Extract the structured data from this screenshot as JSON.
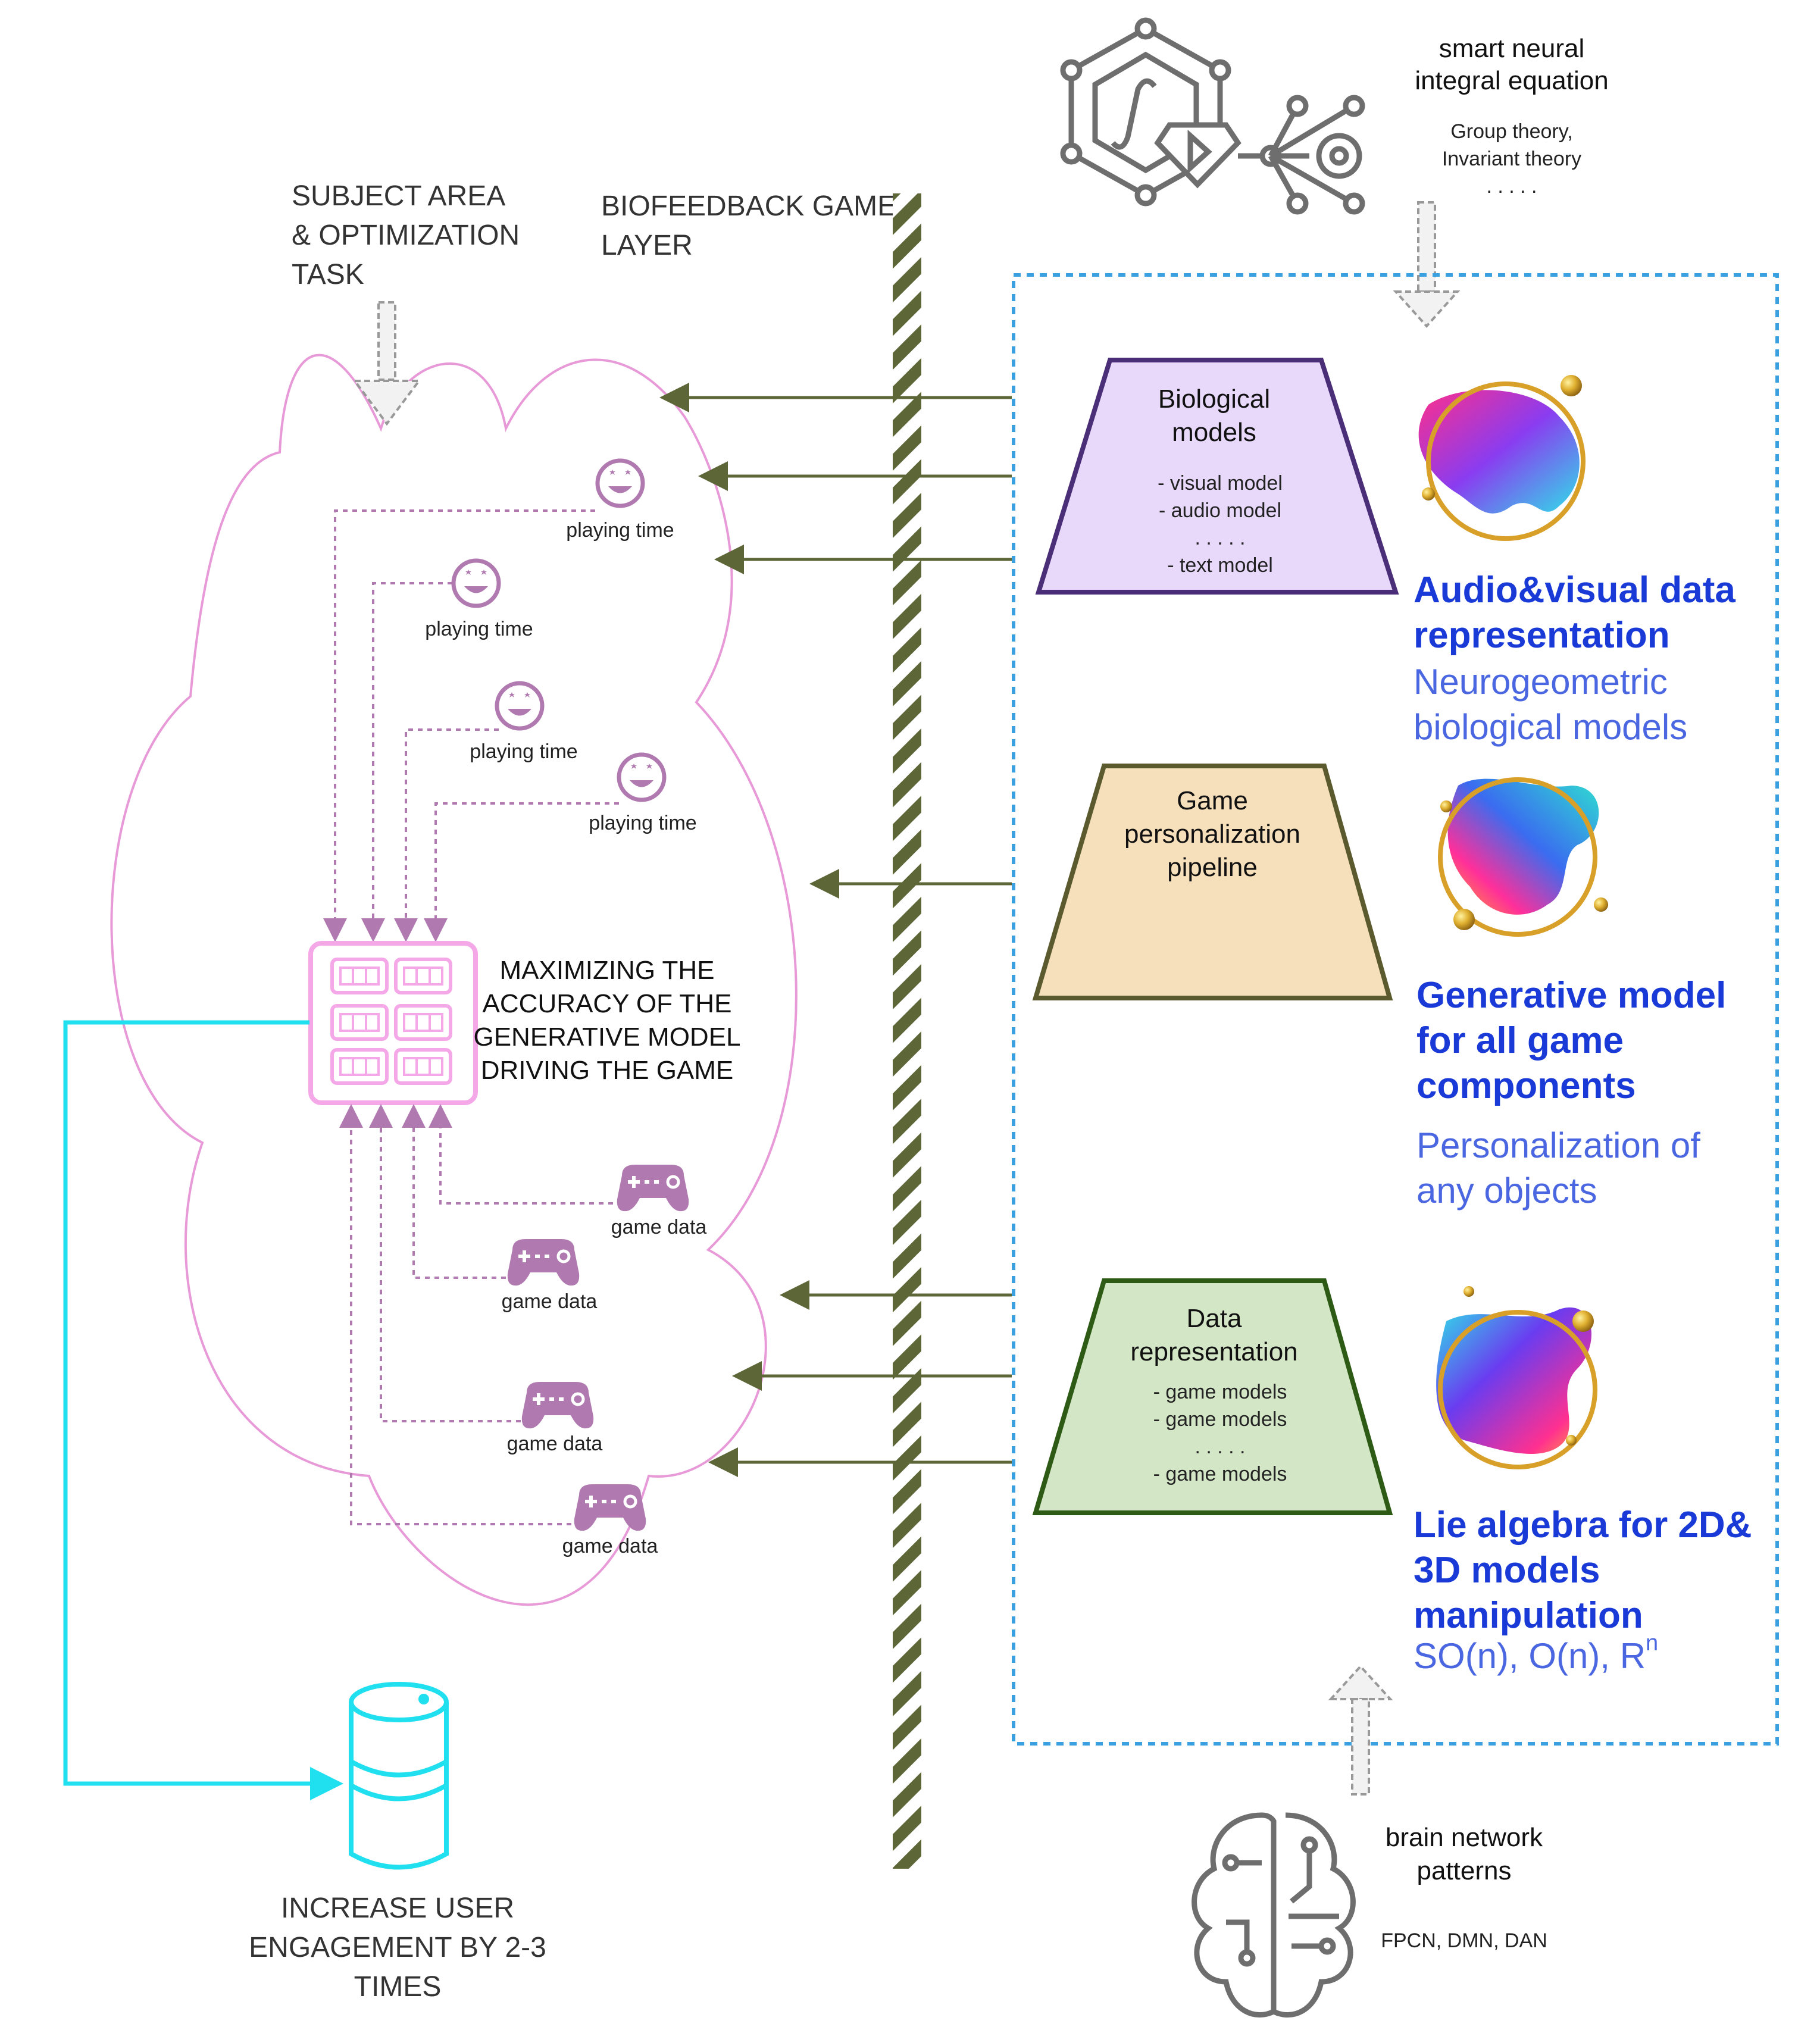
{
  "texts": {
    "subject_area": [
      "SUBJECT AREA",
      "& OPTIMIZATION",
      "TASK"
    ],
    "biofeedback": [
      "BIOFEEDBACK GAME",
      "LAYER"
    ],
    "smart_neural": [
      "smart neural",
      "integral equation"
    ],
    "group_theory": [
      "Group theory,",
      "Invariant theory",
      ". . . . ."
    ],
    "maximizing": [
      "MAXIMIZING THE",
      "ACCURACY OF THE",
      "GENERATIVE MODEL",
      "DRIVING THE GAME"
    ],
    "increase": [
      "INCREASE USER",
      "ENGAGEMENT BY 2-3",
      "TIMES"
    ],
    "brain_network": [
      "brain network",
      "patterns"
    ],
    "fpcn": "FPCN, DMN, DAN",
    "playing_time": "playing time",
    "game_data": "game data"
  },
  "trapezoids": {
    "bio": {
      "title": [
        "Biological",
        "models"
      ],
      "items": [
        "- visual model",
        "- audio model",
        ". . . . .",
        "- text model"
      ],
      "fill": "#e8d9fb",
      "stroke": "#4b2e78"
    },
    "game": {
      "title": [
        "Game",
        "personalization",
        "pipeline"
      ],
      "items": [],
      "fill": "#f6e0bb",
      "stroke": "#5a5a2e"
    },
    "data": {
      "title": [
        "Data",
        "representation"
      ],
      "items": [
        "- game models",
        "- game models",
        ". . . . .",
        "- game models"
      ],
      "fill": "#d3e6c6",
      "stroke": "#2d5a14"
    }
  },
  "right_labels": {
    "audio_visual": [
      "Audio&visual data",
      "representation"
    ],
    "neurogeometric": [
      "Neurogeometric",
      "biological models"
    ],
    "generative": [
      "Generative model",
      "for all game",
      "components"
    ],
    "personalization": [
      "Personalization of",
      "any objects"
    ],
    "lie_algebra": [
      "Lie algebra for 2D&",
      "3D models",
      "manipulation"
    ],
    "so_n": "SO(n), O(n), R",
    "so_n_sup": "n"
  },
  "colors": {
    "arrow": "#5c6637",
    "cloud": "#e89ad8",
    "chip": "#f5a8e8",
    "dotted_purple": "#b07ab0",
    "dotted_box": "#3aa0e0",
    "cyan": "#20e0f0",
    "icon_gray": "#6e6e6e",
    "blue_bold": "#1a3ad8",
    "blue_reg": "#4a66e0"
  },
  "icons": [
    "integral-network-icon",
    "brain-circuit-icon",
    "database-icon",
    "chip-grid-icon",
    "smiley-icon",
    "gamepad-icon",
    "hatched-barrier",
    "gradient-blob-icon"
  ]
}
